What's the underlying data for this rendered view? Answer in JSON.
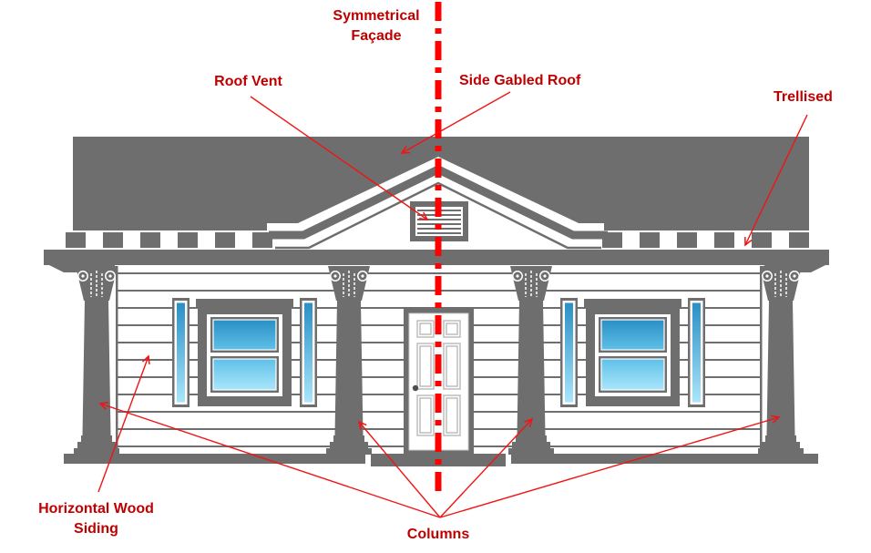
{
  "labels": {
    "symmetrical_facade": "Symmetrical Façade",
    "roof_vent": "Roof Vent",
    "side_gabled_roof": "Side Gabled Roof",
    "trellised": "Trellised",
    "horizontal_wood_siding": "Horizontal Wood Siding",
    "columns": "Columns"
  },
  "annotations": [
    {
      "label": "Symmetrical Façade",
      "points_to": "vertical dash-dot symmetry centerline"
    },
    {
      "label": "Roof Vent",
      "points_to": "louvered vent in the gable"
    },
    {
      "label": "Side Gabled Roof",
      "points_to": "gray roof surface"
    },
    {
      "label": "Trellised",
      "points_to": "dentil trellis band under the eave"
    },
    {
      "label": "Horizontal Wood Siding",
      "points_to": "clapboard wall"
    },
    {
      "label": "Columns",
      "points_to": "four porch columns"
    }
  ],
  "colors": {
    "label_text": "#C00000",
    "arrow": "#F01414",
    "centerline": "#FF0000",
    "structure": "#6E6E6E",
    "glass_top": "#2A8FC5",
    "glass_mid": "#5FC0E8",
    "glass_bottom": "#A9E6FB"
  }
}
